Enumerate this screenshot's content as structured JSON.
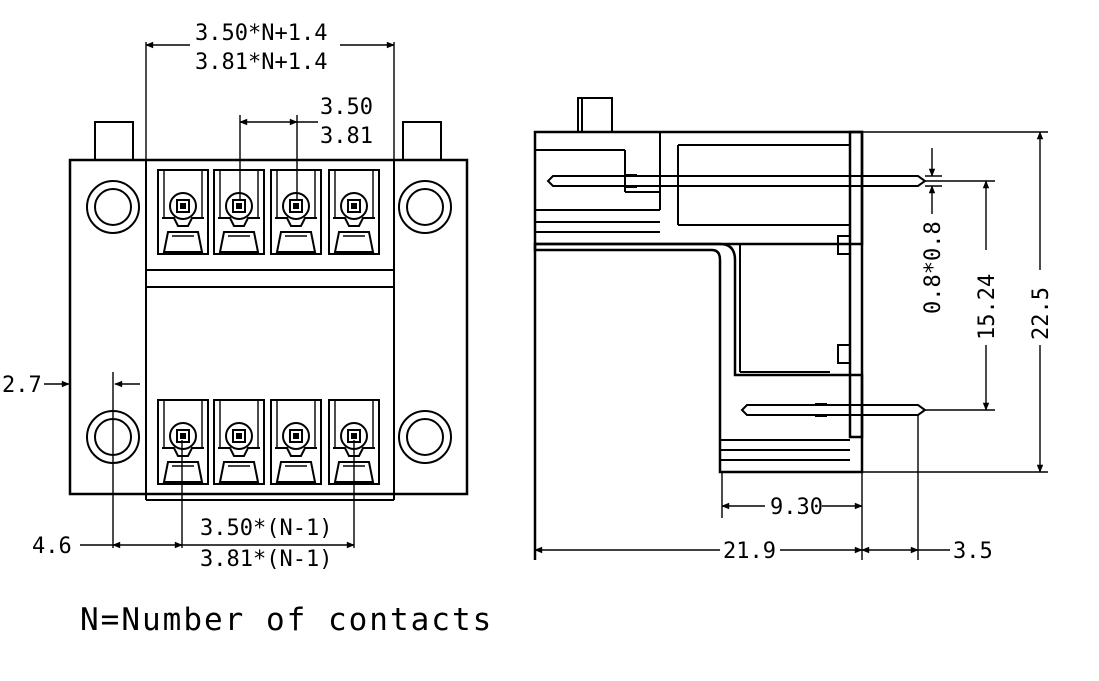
{
  "drawing_title": "",
  "front_view": {
    "overall_width_line1": "3.50*N+1.4",
    "overall_width_line2": "3.81*N+1.4",
    "pitch_line1": "3.50",
    "pitch_line2": "3.81",
    "flange_offset": "2.7",
    "hole_offset": "4.6",
    "span_line1": "3.50*(N-1)",
    "span_line2": "3.81*(N-1)"
  },
  "side_view": {
    "pin_size": "0.8*0.8",
    "pin_spacing": "15.24",
    "height": "22.5",
    "depth": "21.9",
    "inner_depth": "9.30",
    "pin_length": "3.5"
  },
  "note": "N=Number of contacts",
  "colors": {
    "line": "#000000",
    "background": "#ffffff"
  }
}
